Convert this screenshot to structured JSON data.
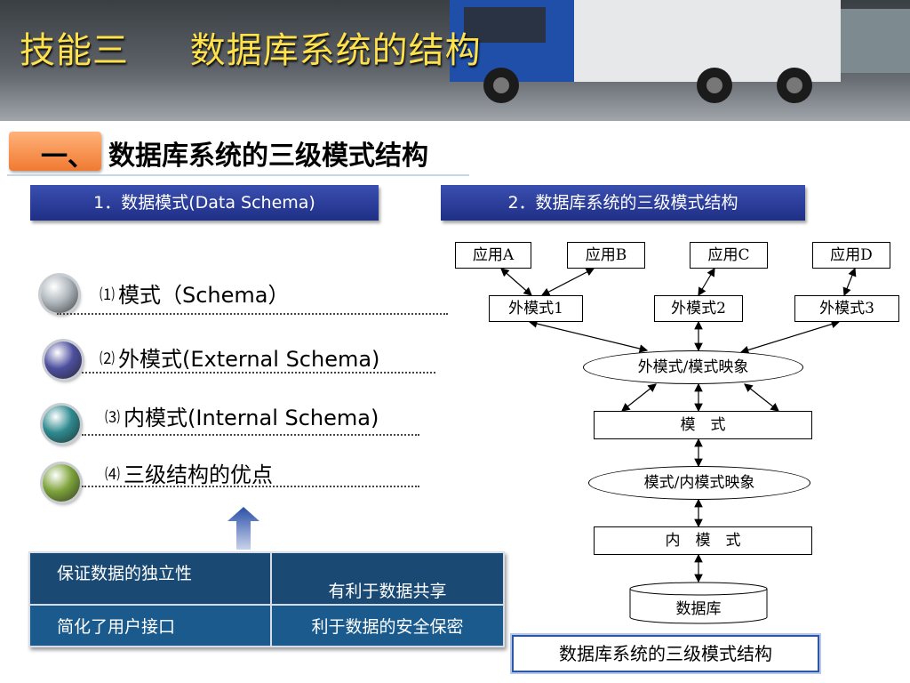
{
  "header": {
    "title": "技能三     数据库系统的结构"
  },
  "section": {
    "badge": "一、",
    "title": "数据库系统的三级模式结构"
  },
  "left": {
    "heading": "1．数据模式(Data Schema)",
    "items": [
      {
        "num": "⑴",
        "label": "模式（Schema）",
        "color": "#aeb6bc"
      },
      {
        "num": "⑵",
        "label": "外模式(External Schema)",
        "color": "#4d4f9e"
      },
      {
        "num": "⑶",
        "label": "内模式(Internal Schema)",
        "color": "#2e8a8f"
      },
      {
        "num": "⑷",
        "label": "三级结构的优点",
        "color": "#7ea33a"
      }
    ],
    "advantages": [
      [
        "保证数据的独立性",
        "有利于数据共享"
      ],
      [
        "简化了用户接口",
        "利于数据的安全保密"
      ]
    ]
  },
  "right": {
    "heading": "2．数据库系统的三级模式结构",
    "apps": [
      "应用A",
      "应用B",
      "应用C",
      "应用D"
    ],
    "external": [
      "外模式1",
      "外模式2",
      "外模式3"
    ],
    "ext_mapping": "外模式/模式映象",
    "schema": "模　式",
    "int_mapping": "模式/内模式映象",
    "internal": "内　模　式",
    "database": "数据库",
    "caption": "数据库系统的三级模式结构"
  }
}
